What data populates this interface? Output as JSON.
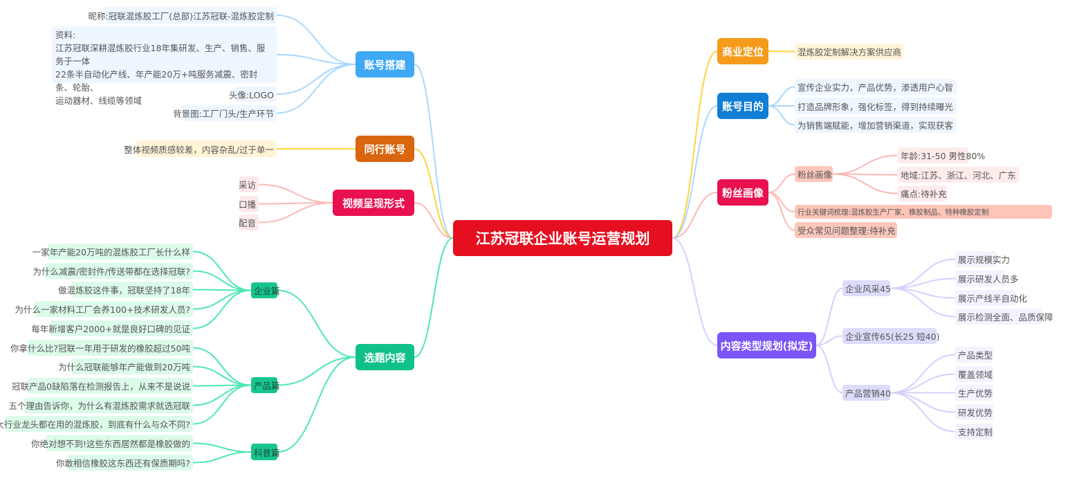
{
  "root": {
    "label": "江苏冠联企业账号运营规划"
  },
  "left": {
    "account_setup": {
      "label": "账号搭建",
      "items": [
        "昵称:冠联混炼胶工厂(总部)江苏冠联-混炼胶定制",
        "资料:",
        "江苏冠联深耕混炼胶行业18年集研发、生产、销售、服务于一体",
        "22条半自动化产线、年产能20万+吨服务减震、密封条、轮胎、",
        "运动器材、线缆等领域",
        "头像:LOGO",
        "背景图:工厂门头/生产环节"
      ]
    },
    "peer_accounts": {
      "label": "同行账号",
      "items": [
        "整体视频质感较差，内容杂乱/过于单一"
      ]
    },
    "video_format": {
      "label": "视频呈现形式",
      "items": [
        "采访",
        "口播",
        "配音"
      ]
    },
    "topics": {
      "label": "选题内容",
      "groups": [
        {
          "label": "企业篇",
          "items": [
            "一家年产能20万吨的混炼胶工厂长什么样",
            "为什么减震/密封件/传送带都在选择冠联?",
            "做混炼胶这件事，冠联坚持了18年",
            "为什么一家材料工厂会养100+技术研发人员?",
            "每年新增客户2000+就是良好口碑的见证"
          ]
        },
        {
          "label": "产品篇",
          "items": [
            "你拿什么比?冠联一年用于研发的橡胶超过50吨",
            "为什么冠联能够年产能做到20万吨",
            "冠联产品0缺陷落在检测报告上，从来不是说说",
            "五个理由告诉你，为什么有混炼胶需求就选冠联",
            "各大行业龙头都在用的混炼胶，到底有什么与众不同?"
          ]
        },
        {
          "label": "科普篇",
          "items": [
            "你绝对想不到!这些东西居然都是橡胶做的",
            "你敢相信橡胶这东西还有保质期吗?"
          ]
        }
      ]
    }
  },
  "right": {
    "positioning": {
      "label": "商业定位",
      "items": [
        "混炼胶定制解决方案供应商"
      ]
    },
    "purpose": {
      "label": "账号目的",
      "items": [
        "宣传企业实力，产品优势，渗透用户心智",
        "打造品牌形象，强化标签，得到持续曝光",
        "为销售端赋能，增加营销渠道，实现获客"
      ]
    },
    "fans": {
      "label": "粉丝画像",
      "profile": {
        "label": "粉丝画像",
        "items": [
          "年龄:31-50 男性80%",
          "地域:江苏、浙江、河北、广东",
          "痛点:待补充"
        ]
      },
      "keywords": "行业关键词梳理:混炼胶生产厂家、橡胶制品、特种橡胶定制",
      "faq": "受众常见问题整理:待补充"
    },
    "content_plan": {
      "label": "内容类型规划(拟定)",
      "groups": [
        {
          "label": "企业风采45",
          "items": [
            "展示规模实力",
            "展示研发人员多",
            "展示产线半自动化",
            "展示检测全面、品质保障"
          ]
        },
        {
          "label": "企业宣传65(长25 短40)",
          "items": []
        },
        {
          "label": "产品营销40",
          "items": [
            "产品类型",
            "覆盖领域",
            "生产优势",
            "研发优势",
            "支持定制"
          ]
        }
      ]
    }
  },
  "colors": {
    "root": "#e50f1f",
    "account_setup": "#3fa9f5",
    "peer": "#d9650f",
    "video": "#e8104f",
    "topics": "#10c08a",
    "positioning": "#f59a1b",
    "purpose": "#0f7ed4",
    "fans": "#e8104f",
    "content_plan": "#7b55f5"
  }
}
